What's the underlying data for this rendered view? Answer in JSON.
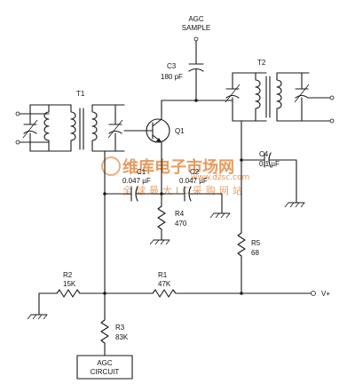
{
  "labels": {
    "agc_sample_1": "AGC",
    "agc_sample_2": "SAMPLE",
    "c3_name": "C3",
    "c3_value": "180 pF",
    "t1": "T1",
    "t2": "T2",
    "q1": "Q1",
    "c1_name": "C1",
    "c1_value": "0.047 µF",
    "c2_name": "C2",
    "c2_value": "0.047 µF",
    "c4_name": "C4",
    "c4_value": "0.1 µF",
    "r4_name": "R4",
    "r4_value": "470",
    "r5_name": "R5",
    "r5_value": "68",
    "r2_name": "R2",
    "r2_value": "15K",
    "r1_name": "R1",
    "r1_value": "47K",
    "r3_name": "R3",
    "r3_value": "83K",
    "vplus": "V+",
    "agc_circuit_1": "AGC",
    "agc_circuit_2": "CIRCUIT"
  },
  "watermark": {
    "main": "维库电子市场网",
    "url": "www.dzsc.com",
    "sub": "全球最大IC采购网站"
  }
}
